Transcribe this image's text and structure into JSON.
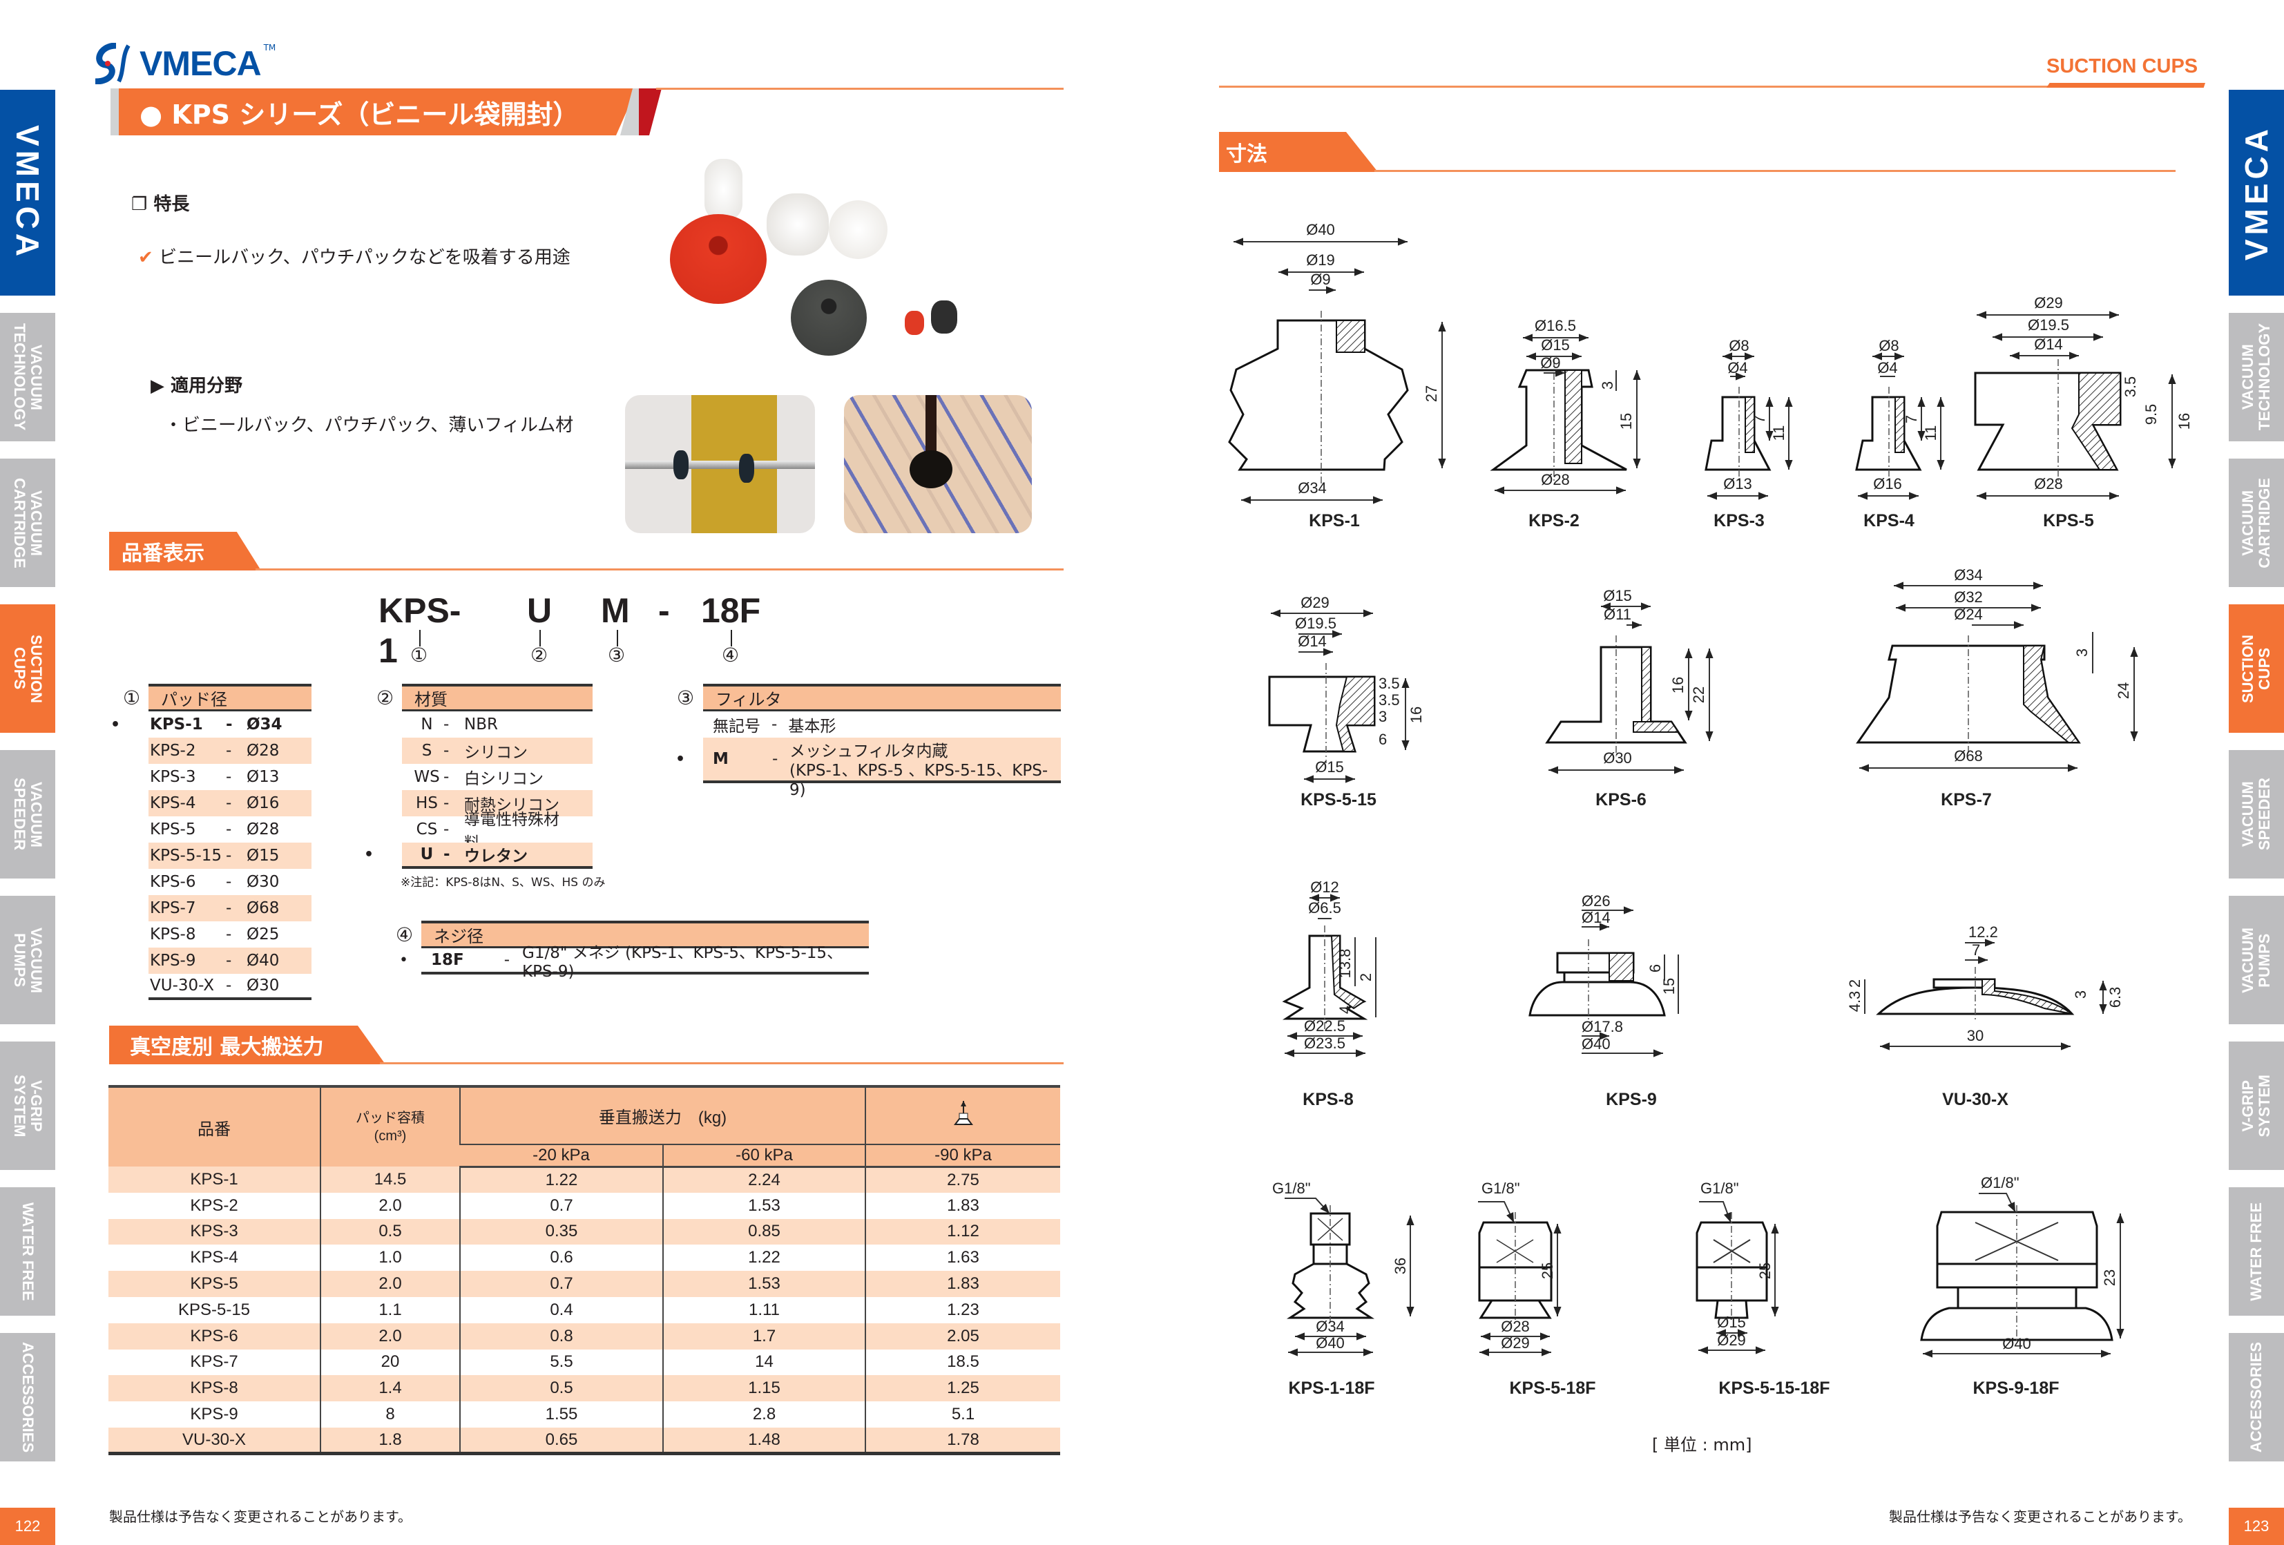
{
  "left_page": {
    "logo": "VMECA",
    "logo_tm": "TM",
    "sidebar": {
      "brand": "VMECA",
      "tabs": [
        "VACUUM\nTECHNOLOGY",
        "VACUUM\nCARTRIDGE",
        "SUCTION\nCUPS",
        "VACUUM\nSPEEDER",
        "VACUUM\nPUMPS",
        "V-GRIP\nSYSTEM",
        "WATER FREE",
        "ACCESSORIES"
      ],
      "page_number": "122"
    },
    "title": "● KPS シリーズ（ビニール袋開封）",
    "features": {
      "heading": "❐ 特長",
      "items": [
        "ビニールバック、パウチパックなどを吸着する用途"
      ]
    },
    "applications": {
      "heading": "▶ 適用分野",
      "items": [
        "ビニールバック、パウチパック、薄いフィルム材"
      ]
    },
    "ordering": {
      "heading": "品番表示",
      "code": [
        "KPS-1",
        "U",
        "M",
        "-",
        "18F"
      ],
      "markers": [
        "①",
        "②",
        "③",
        "④"
      ],
      "pad": {
        "marker": "①",
        "title": "パッド径",
        "rows": [
          [
            "KPS-1",
            "-",
            "Ø34"
          ],
          [
            "KPS-2",
            "-",
            "Ø28"
          ],
          [
            "KPS-3",
            "-",
            "Ø13"
          ],
          [
            "KPS-4",
            "-",
            "Ø16"
          ],
          [
            "KPS-5",
            "-",
            "Ø28"
          ],
          [
            "KPS-5-15",
            "-",
            "Ø15"
          ],
          [
            "KPS-6",
            "-",
            "Ø30"
          ],
          [
            "KPS-7",
            "-",
            "Ø68"
          ],
          [
            "KPS-8",
            "-",
            "Ø25"
          ],
          [
            "KPS-9",
            "-",
            "Ø40"
          ],
          [
            "VU-30-X",
            "-",
            "Ø30"
          ]
        ]
      },
      "material": {
        "marker": "②",
        "title": "材質",
        "rows": [
          [
            "N",
            "-",
            "NBR"
          ],
          [
            "S",
            "-",
            "シリコン"
          ],
          [
            "WS",
            "-",
            "白シリコン"
          ],
          [
            "HS",
            "-",
            "耐熱シリコン"
          ],
          [
            "CS",
            "-",
            "導電性特殊材料"
          ],
          [
            "U",
            "-",
            "ウレタン"
          ]
        ],
        "note": "※注記：KPS-8はN、S、WS、HS のみ"
      },
      "filter": {
        "marker": "③",
        "title": "フィルタ",
        "rows": [
          [
            "無記号",
            "-",
            "基本形"
          ],
          [
            "M",
            "-",
            "メッシュフィルタ内蔵",
            "(KPS-1、KPS-5 、KPS-5-15、KPS-9)"
          ]
        ]
      },
      "thread": {
        "marker": "④",
        "title": "ネジ径",
        "rows": [
          [
            "18F",
            "-",
            "G1/8\" メネジ (KPS-1、KPS-5、KPS-5-15、KPS-9)"
          ]
        ]
      },
      "bullet": "•"
    },
    "capacity": {
      "heading": "真空度別 最大搬送力",
      "headers": {
        "part": "品番",
        "volume": "パッド容積",
        "volume_unit": "(cm³)",
        "force": "垂直搬送力　(kg)",
        "cols": [
          "-20 kPa",
          "-60 kPa",
          "-90 kPa"
        ]
      },
      "rows": [
        [
          "KPS-1",
          "14.5",
          "1.22",
          "2.24",
          "2.75"
        ],
        [
          "KPS-2",
          "2.0",
          "0.7",
          "1.53",
          "1.83"
        ],
        [
          "KPS-3",
          "0.5",
          "0.35",
          "0.85",
          "1.12"
        ],
        [
          "KPS-4",
          "1.0",
          "0.6",
          "1.22",
          "1.63"
        ],
        [
          "KPS-5",
          "2.0",
          "0.7",
          "1.53",
          "1.83"
        ],
        [
          "KPS-5-15",
          "1.1",
          "0.4",
          "1.11",
          "1.23"
        ],
        [
          "KPS-6",
          "2.0",
          "0.8",
          "1.7",
          "2.05"
        ],
        [
          "KPS-7",
          "20",
          "5.5",
          "14",
          "18.5"
        ],
        [
          "KPS-8",
          "1.4",
          "0.5",
          "1.15",
          "1.25"
        ],
        [
          "KPS-9",
          "8",
          "1.55",
          "2.8",
          "5.1"
        ],
        [
          "VU-30-X",
          "1.8",
          "0.65",
          "1.48",
          "1.78"
        ]
      ]
    },
    "footer": "製品仕様は予告なく変更されることがあります。"
  },
  "right_page": {
    "section": "SUCTION CUPS",
    "heading": "寸法",
    "sidebar": {
      "brand": "VMECA",
      "tabs": [
        "VACUUM\nTECHNOLOGY",
        "VACUUM\nCARTRIDGE",
        "SUCTION\nCUPS",
        "VACUUM\nSPEEDER",
        "VACUUM\nPUMPS",
        "V-GRIP\nSYSTEM",
        "WATER FREE",
        "ACCESSORIES"
      ],
      "page_number": "123"
    },
    "drawings": {
      "kps1": {
        "label": "KPS-1",
        "dims": [
          "Ø40",
          "Ø19",
          "Ø9",
          "27",
          "Ø34"
        ]
      },
      "kps2": {
        "label": "KPS-2",
        "dims": [
          "Ø16.5",
          "Ø15",
          "Ø9",
          "3",
          "15",
          "Ø28"
        ]
      },
      "kps3": {
        "label": "KPS-3",
        "dims": [
          "Ø8",
          "Ø4",
          "7",
          "11",
          "Ø13"
        ]
      },
      "kps4": {
        "label": "KPS-4",
        "dims": [
          "Ø8",
          "Ø4",
          "7",
          "11",
          "Ø16"
        ]
      },
      "kps5": {
        "label": "KPS-5",
        "dims": [
          "Ø29",
          "Ø19.5",
          "Ø14",
          "3.5",
          "9.5",
          "16",
          "Ø28"
        ]
      },
      "kps515": {
        "label": "KPS-5-15",
        "dims": [
          "Ø29",
          "Ø19.5",
          "Ø14",
          "3.5",
          "3.5",
          "3",
          "6",
          "16",
          "Ø15"
        ]
      },
      "kps6": {
        "label": "KPS-6",
        "dims": [
          "Ø15",
          "Ø11",
          "16",
          "22",
          "Ø30"
        ]
      },
      "kps7": {
        "label": "KPS-7",
        "dims": [
          "Ø34",
          "Ø32",
          "Ø24",
          "3",
          "24",
          "Ø68"
        ]
      },
      "kps8": {
        "label": "KPS-8",
        "dims": [
          "Ø12",
          "Ø6.5",
          "13.8",
          "2",
          "4",
          "Ø22.5",
          "Ø23.5"
        ]
      },
      "kps9": {
        "label": "KPS-9",
        "dims": [
          "Ø26",
          "Ø14",
          "6",
          "15",
          "Ø17.8",
          "Ø40"
        ]
      },
      "vu30x": {
        "label": "VU-30-X",
        "dims": [
          "12.2",
          "7",
          "2",
          "4.3",
          "3",
          "6.3",
          "30"
        ]
      },
      "kps1_18f": {
        "label": "KPS-1-18F",
        "dims": [
          "G1/8\"",
          "36",
          "Ø34",
          "Ø40"
        ]
      },
      "kps5_18f": {
        "label": "KPS-5-18F",
        "dims": [
          "G1/8\"",
          "25",
          "Ø28",
          "Ø29"
        ]
      },
      "kps515_18f": {
        "label": "KPS-5-15-18F",
        "dims": [
          "G1/8\"",
          "25",
          "Ø15",
          "Ø29"
        ]
      },
      "kps9_18f": {
        "label": "KPS-9-18F",
        "dims": [
          "Ø1/8\"",
          "23",
          "Ø40"
        ]
      }
    },
    "unit": "[ 単位 : mm]",
    "footer": "製品仕様は予告なく変更されることがあります。"
  },
  "colors": {
    "orange": "#f37335",
    "blue": "#0451a5",
    "gray": "#bdbdbf",
    "peach": "#f9be96",
    "light_peach": "#fddcc4"
  }
}
